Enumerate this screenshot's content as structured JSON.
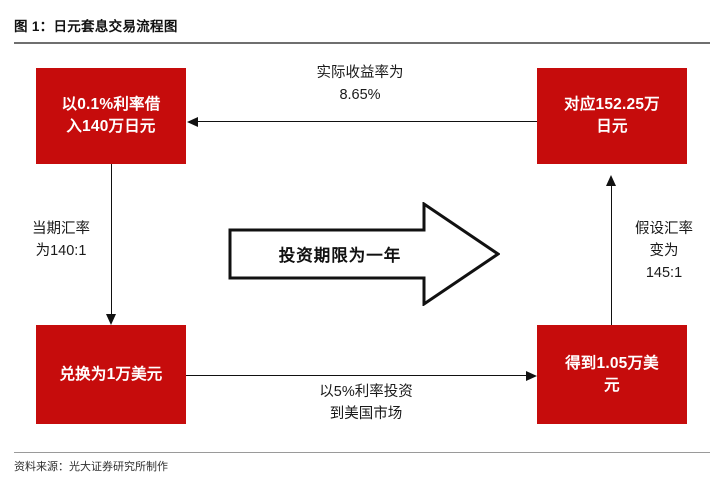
{
  "header": {
    "figure_label": "图 1：",
    "title": "图 1：日元套息交易流程图"
  },
  "footer": {
    "source": "资料来源：光大证券研究所制作"
  },
  "colors": {
    "box_red": "#c60c0c",
    "box_text": "#ffffff",
    "arrow": "#111111",
    "rule": "#6f6f6f"
  },
  "diagram": {
    "type": "flowchart",
    "nodes": [
      {
        "id": "top-left",
        "lines": [
          "以0.1%利率借",
          "入140万日元"
        ],
        "full_text": "以0.1%利率借入140万日元"
      },
      {
        "id": "top-right",
        "lines": [
          "对应152.25万",
          "日元"
        ],
        "full_text": "对应152.25万日元"
      },
      {
        "id": "bottom-left",
        "lines": [
          "兑换为1万美元"
        ],
        "full_text": "兑换为1万美元"
      },
      {
        "id": "bottom-right",
        "lines": [
          "得到1.05万美",
          "元"
        ],
        "full_text": "得到1.05万美元"
      }
    ],
    "edges": [
      {
        "id": "top",
        "from": "top-right",
        "to": "top-left",
        "direction": "left",
        "lines": [
          "实际收益率为",
          "8.65%"
        ],
        "full_text": "实际收益率为8.65%"
      },
      {
        "id": "left",
        "from": "top-left",
        "to": "bottom-left",
        "direction": "down",
        "lines": [
          "当期汇率",
          "为140:1"
        ],
        "full_text": "当期汇率为140:1"
      },
      {
        "id": "bottom",
        "from": "bottom-left",
        "to": "bottom-right",
        "direction": "right",
        "lines": [
          "以5%利率投资",
          "到美国市场"
        ],
        "full_text": "以5%利率投资到美国市场"
      },
      {
        "id": "right",
        "from": "bottom-right",
        "to": "top-right",
        "direction": "up",
        "lines": [
          "假设汇率",
          "变为",
          "145:1"
        ],
        "full_text": "假设汇率变为145:1"
      }
    ],
    "block_arrow": {
      "label": "投资期限为一年",
      "direction": "right"
    }
  }
}
